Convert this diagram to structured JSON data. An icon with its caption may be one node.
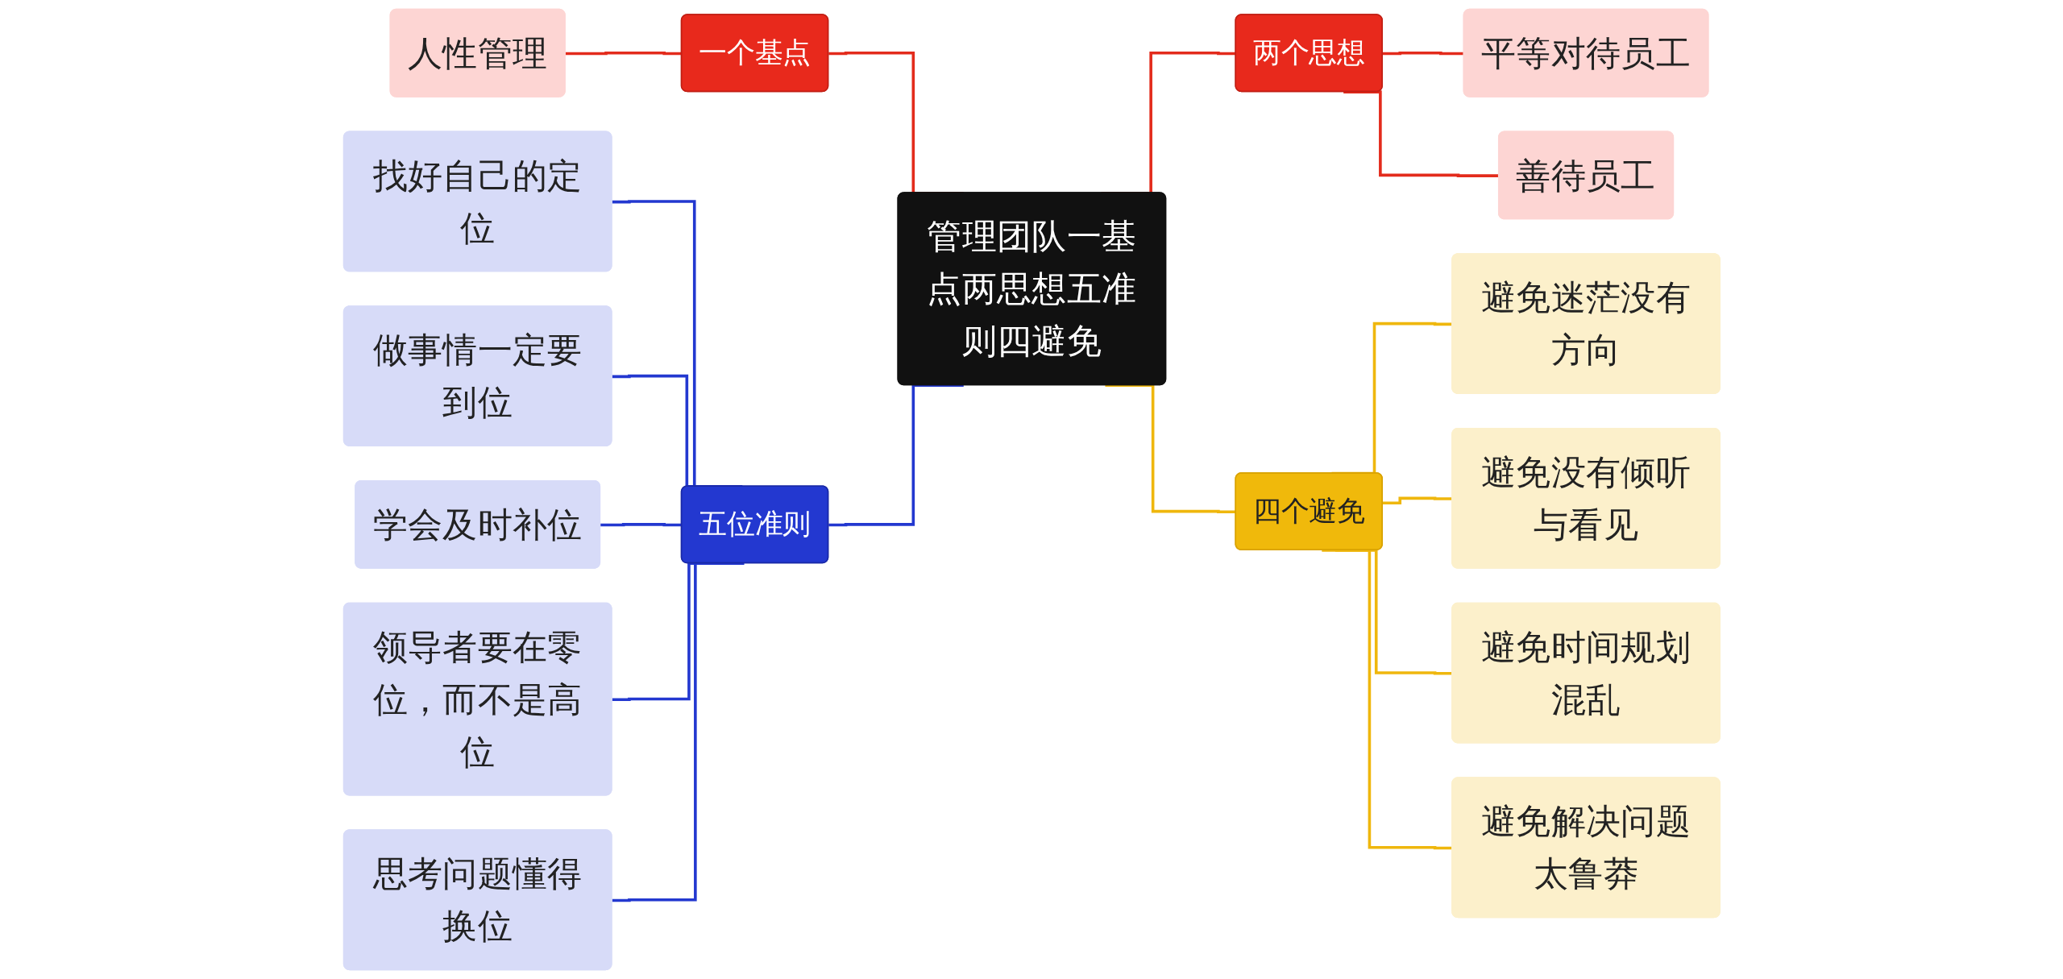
{
  "diagram": {
    "nodes": [
      {
        "text": [
          "管理团队一基点两思想五准则四避免"
        ]
      },
      {
        "text": [
          "一个基点"
        ]
      },
      {
        "text": [
          "人性管理"
        ]
      },
      {
        "text": [
          "五位准则"
        ]
      },
      {
        "text": [
          "找好自己的定位"
        ]
      },
      {
        "text": [
          "做事情一定要到位"
        ]
      },
      {
        "text": [
          "学会及时补位"
        ]
      },
      {
        "text": [
          "领导者要在零位，而不是高位"
        ]
      },
      {
        "text": [
          "思考问题懂得换位"
        ]
      },
      {
        "text": [
          "两个思想"
        ]
      },
      {
        "text": [
          "平等对待员工"
        ]
      },
      {
        "text": [
          "善待员工"
        ]
      },
      {
        "text": [
          "四个避免"
        ]
      },
      {
        "text": [
          "避免迷茫没有方向"
        ]
      },
      {
        "text": [
          "避免没有倾听与看见"
        ]
      },
      {
        "text": [
          "避免时间规划混乱"
        ]
      },
      {
        "text": [
          "避免解决问题太鲁莽"
        ]
      }
    ],
    "edges": [
      {
        "from": 1,
        "to": 0,
        "arrow": "none",
        "color": "#e32b1c"
      },
      {
        "from": 2,
        "to": 1,
        "arrow": "none",
        "color": "#e32b1c"
      },
      {
        "from": 3,
        "to": 0,
        "arrow": "none",
        "color": "#2338d0"
      },
      {
        "from": 4,
        "to": 3,
        "arrow": "none",
        "color": "#2338d0"
      },
      {
        "from": 5,
        "to": 3,
        "arrow": "none",
        "color": "#2338d0"
      },
      {
        "from": 6,
        "to": 3,
        "arrow": "none",
        "color": "#2338d0"
      },
      {
        "from": 7,
        "to": 3,
        "arrow": "none",
        "color": "#2338d0"
      },
      {
        "from": 8,
        "to": 3,
        "arrow": "none",
        "color": "#2338d0"
      },
      {
        "from": 0,
        "to": 9,
        "arrow": "none",
        "color": "#e32b1c"
      },
      {
        "from": 9,
        "to": 10,
        "arrow": "none",
        "color": "#e32b1c"
      },
      {
        "from": 9,
        "to": 11,
        "arrow": "none",
        "color": "#e32b1c"
      },
      {
        "from": 0,
        "to": 12,
        "arrow": "none",
        "color": "#efb70d"
      },
      {
        "from": 12,
        "to": 13,
        "arrow": "none",
        "color": "#efb70d"
      },
      {
        "from": 12,
        "to": 14,
        "arrow": "none",
        "color": "#efb70d"
      },
      {
        "from": 12,
        "to": 15,
        "arrow": "none",
        "color": "#efb70d"
      },
      {
        "from": 12,
        "to": 16,
        "arrow": "none",
        "color": "#efb70d"
      }
    ]
  }
}
